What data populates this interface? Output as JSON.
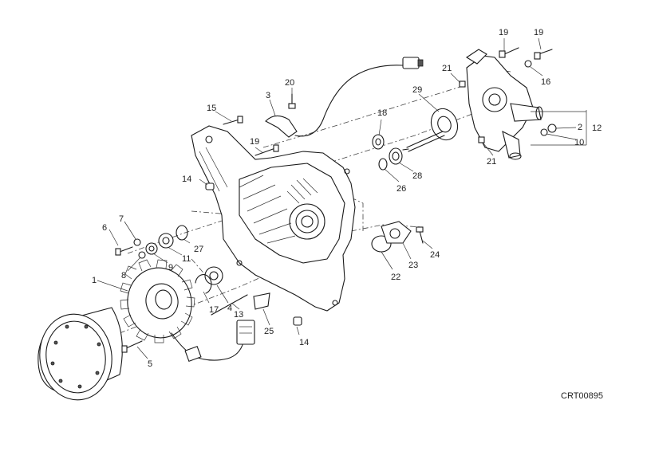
{
  "diagram": {
    "reference_code": "CRT00895",
    "callouts": [
      {
        "id": "c1",
        "label": "1"
      },
      {
        "id": "c2",
        "label": "2"
      },
      {
        "id": "c3",
        "label": "3"
      },
      {
        "id": "c4",
        "label": "4"
      },
      {
        "id": "c5",
        "label": "5"
      },
      {
        "id": "c6",
        "label": "6"
      },
      {
        "id": "c7",
        "label": "7"
      },
      {
        "id": "c8",
        "label": "8"
      },
      {
        "id": "c9",
        "label": "9"
      },
      {
        "id": "c10",
        "label": "10"
      },
      {
        "id": "c11",
        "label": "11"
      },
      {
        "id": "c12",
        "label": "12"
      },
      {
        "id": "c13",
        "label": "13"
      },
      {
        "id": "c14a",
        "label": "14"
      },
      {
        "id": "c14b",
        "label": "14"
      },
      {
        "id": "c15",
        "label": "15"
      },
      {
        "id": "c16",
        "label": "16"
      },
      {
        "id": "c17",
        "label": "17"
      },
      {
        "id": "c18",
        "label": "18"
      },
      {
        "id": "c19a",
        "label": "19"
      },
      {
        "id": "c19b",
        "label": "19"
      },
      {
        "id": "c19c",
        "label": "19"
      },
      {
        "id": "c20",
        "label": "20"
      },
      {
        "id": "c21a",
        "label": "21"
      },
      {
        "id": "c21b",
        "label": "21"
      },
      {
        "id": "c22",
        "label": "22"
      },
      {
        "id": "c23",
        "label": "23"
      },
      {
        "id": "c24",
        "label": "24"
      },
      {
        "id": "c25",
        "label": "25"
      },
      {
        "id": "c26",
        "label": "26"
      },
      {
        "id": "c27",
        "label": "27"
      },
      {
        "id": "c28",
        "label": "28"
      },
      {
        "id": "c29",
        "label": "29"
      }
    ]
  }
}
